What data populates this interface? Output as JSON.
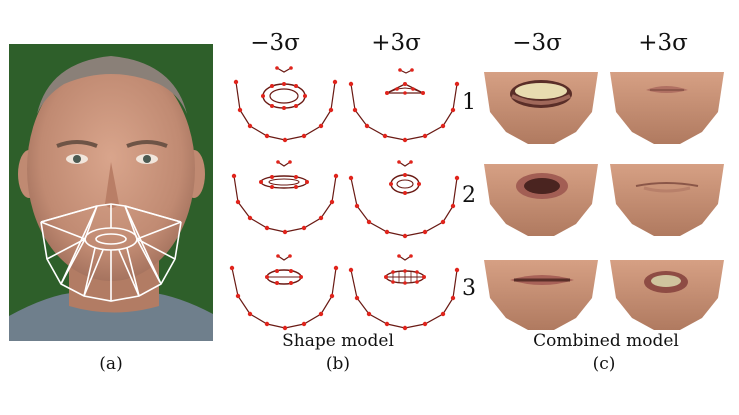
{
  "headers": {
    "b_minus": "−3σ",
    "b_plus": "+3σ",
    "c_minus": "−3σ",
    "c_plus": "+3σ"
  },
  "rows": [
    "1",
    "2",
    "3"
  ],
  "captions": {
    "shape_model": "Shape model",
    "combined_model": "Combined model"
  },
  "sublabels": {
    "a": "(a)",
    "b": "(b)",
    "c": "(c)"
  },
  "colors": {
    "photo_background": "#2e5f2a",
    "mesh_line": "#ffffff",
    "shape_point": "#e0241c",
    "shape_line": "#6a1a14",
    "skin": "#c79478"
  }
}
